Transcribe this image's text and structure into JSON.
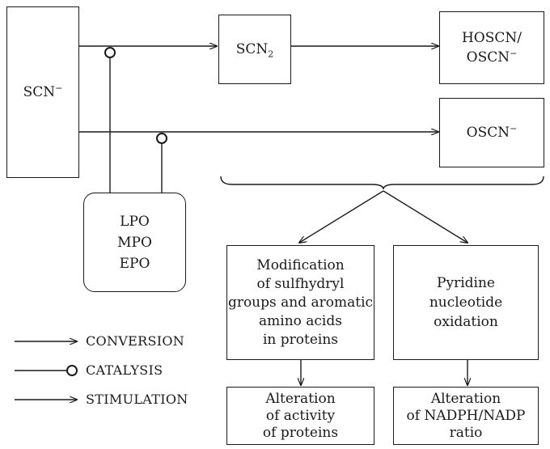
{
  "nodes": {
    "scn": {
      "label": "SCN",
      "sup": "−"
    },
    "scn2": {
      "label": "SCN",
      "sub": "2"
    },
    "hoscn": {
      "line1": "HOSCN/",
      "line2": "OSCN",
      "line2_sup": "−"
    },
    "oscn": {
      "label": "OSCN",
      "sup": "−"
    },
    "enzymes": [
      "LPO",
      "MPO",
      "EPO"
    ],
    "modification": [
      "Modification",
      "of sulfhydryl",
      "groups and aromatic",
      "amino acids",
      "in proteins"
    ],
    "pyridine": [
      "Pyridine",
      "nucleotide",
      "oxidation"
    ],
    "alteration_activity": [
      "Alteration",
      "of activity",
      "of proteins"
    ],
    "alteration_nadph": [
      "Alteration",
      "of NADPH/NADP",
      "ratio"
    ]
  },
  "legend": {
    "conversion": "CONVERSION",
    "catalysis": "CATALYSIS",
    "stimulation": "STIMULATION"
  }
}
